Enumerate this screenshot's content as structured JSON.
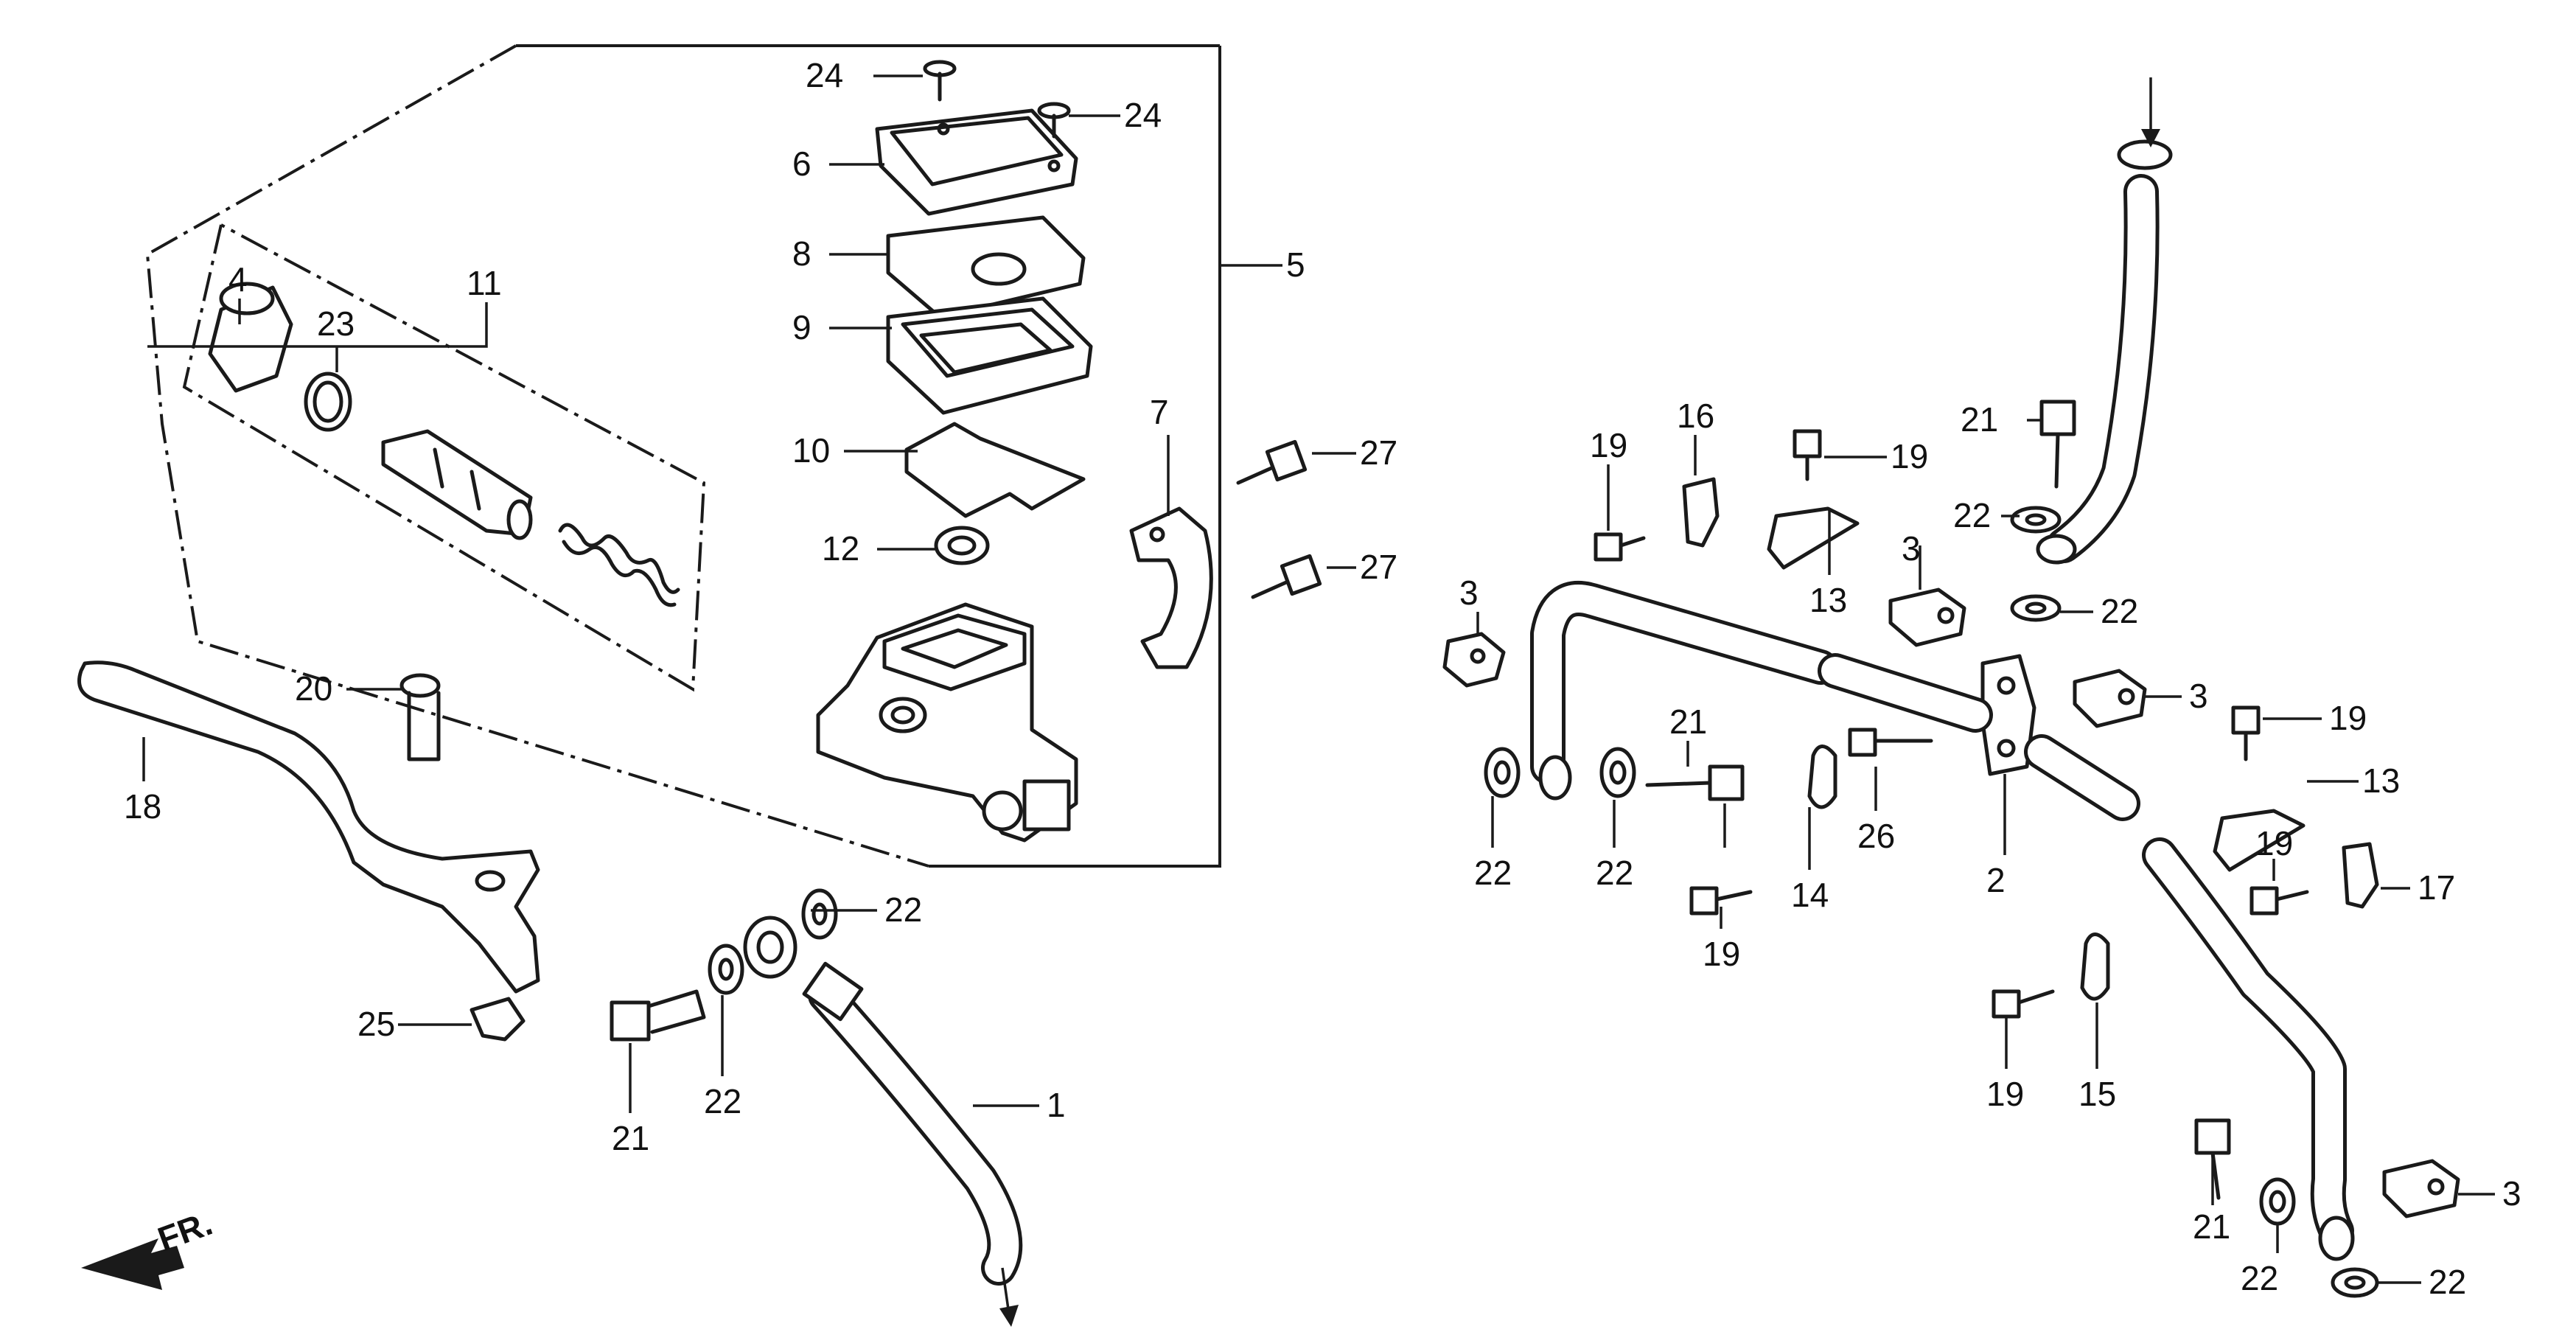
{
  "diagram": {
    "part_numbers": {
      "p1": "1",
      "p2": "2",
      "p3a": "3",
      "p3b": "3",
      "p3c": "3",
      "p3d": "3",
      "p4": "4",
      "p5": "5",
      "p6": "6",
      "p7": "7",
      "p8": "8",
      "p9": "9",
      "p10": "10",
      "p11": "11",
      "p12": "12",
      "p13a": "13",
      "p13b": "13",
      "p14": "14",
      "p15": "15",
      "p16": "16",
      "p17": "17",
      "p18": "18",
      "p19a": "19",
      "p19b": "19",
      "p19c": "19",
      "p19d": "19",
      "p19e": "19",
      "p19f": "19",
      "p20": "20",
      "p21a": "21",
      "p21b": "21",
      "p21c": "21",
      "p21d": "21",
      "p22a": "22",
      "p22b": "22",
      "p22c": "22",
      "p22d": "22",
      "p22e": "22",
      "p22f": "22",
      "p22g": "22",
      "p22h": "22",
      "p23": "23",
      "p24a": "24",
      "p24b": "24",
      "p25": "25",
      "p26": "26",
      "p27a": "27",
      "p27b": "27"
    },
    "direction_label": "FR."
  }
}
